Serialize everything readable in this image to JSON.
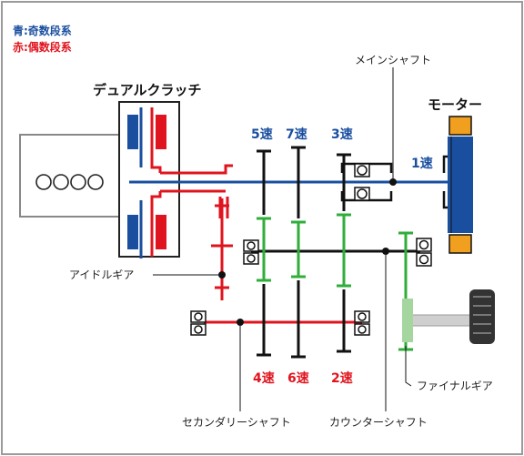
{
  "legend": {
    "odd": "青:奇数段系",
    "even": "赤:偶数段系"
  },
  "labels": {
    "dual_clutch": "デュアルクラッチ",
    "motor": "モーター",
    "main_shaft": "メインシャフト",
    "idle_gear": "アイドルギア",
    "final_gear": "ファイナルギア",
    "secondary_shaft": "セカンダリーシャフト",
    "counter_shaft": "カウンターシャフト"
  },
  "gears": {
    "odd": [
      "5速",
      "7速",
      "3速",
      "1速"
    ],
    "even": [
      "4速",
      "6速",
      "2速"
    ]
  },
  "colors": {
    "odd": "#1a4fa0",
    "even": "#e0141e",
    "counter": "#2fae3a",
    "frame": "#9a9a9a",
    "motor_cap": "#f0a01e",
    "shaft": "#111111"
  }
}
